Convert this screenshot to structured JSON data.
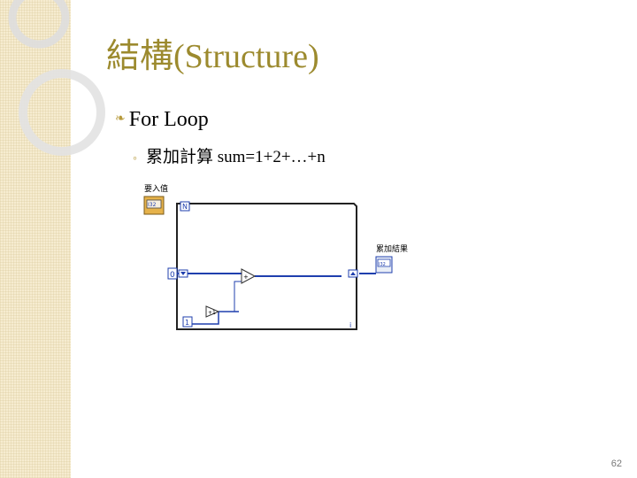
{
  "slide": {
    "title": "結構(Structure)",
    "bullet_level1": "For Loop",
    "bullet_level2": "累加計算 sum=1+2+…+n",
    "page_number": "62"
  },
  "diagram": {
    "input_control_label": "要入值",
    "input_control_value": "I32",
    "output_indicator_label": "累加結果",
    "output_indicator_value": "I32",
    "initial_constant": "0",
    "increment_constant": "1",
    "loop_count_terminal": "N",
    "iteration_terminal": "i"
  },
  "colors": {
    "title": "#9c8a2e",
    "wire": "#1f3fae",
    "sidebar": "#f6ecd0"
  }
}
